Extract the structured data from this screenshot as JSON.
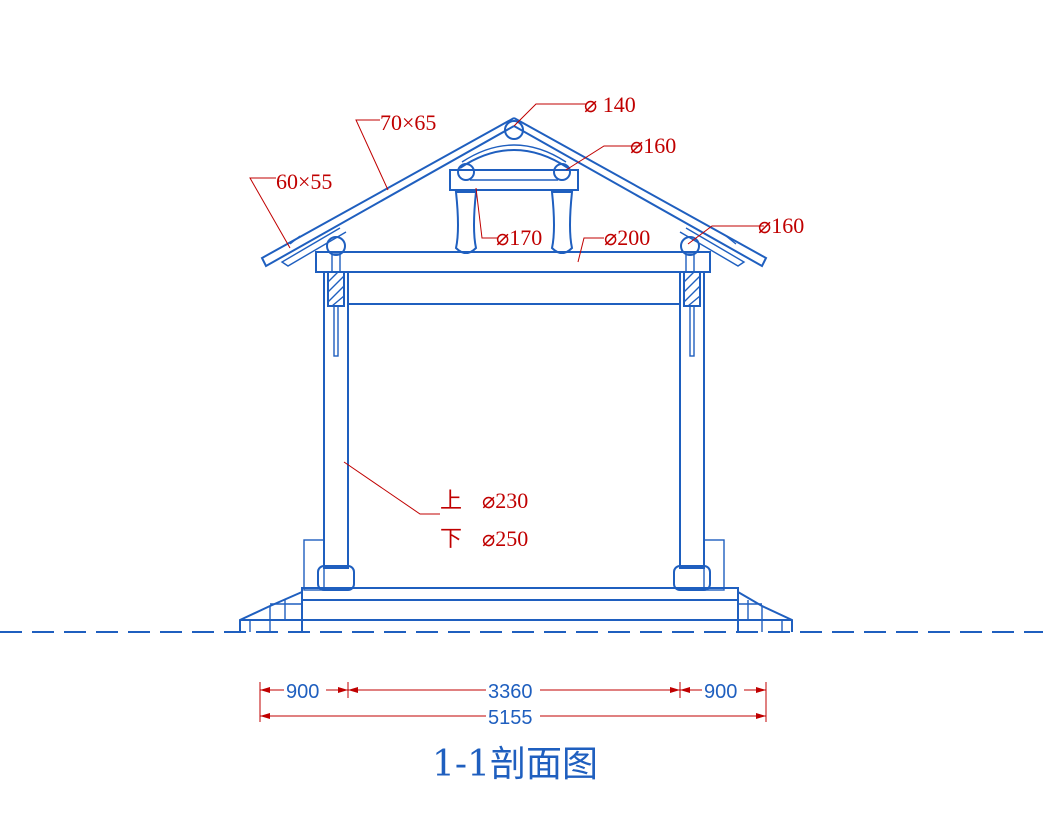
{
  "labels": {
    "ridge_purlin": "⌀ 140",
    "upper_purlin": "⌀160",
    "eave_purlin": "⌀160",
    "rafter_upper": "70×65",
    "rafter_lower": "60×55",
    "post_upper_short": "⌀170",
    "beam": "⌀200",
    "column_top_char": "上",
    "column_top_dia": "⌀230",
    "column_bottom_char": "下",
    "column_bottom_dia": "⌀250"
  },
  "dimensions": {
    "left_bay": "900",
    "middle_bay": "3360",
    "right_bay": "900",
    "total": "5155"
  },
  "title": "1-1剖面图",
  "colors": {
    "line": "#1f5fbf",
    "annotation": "#c00000"
  }
}
